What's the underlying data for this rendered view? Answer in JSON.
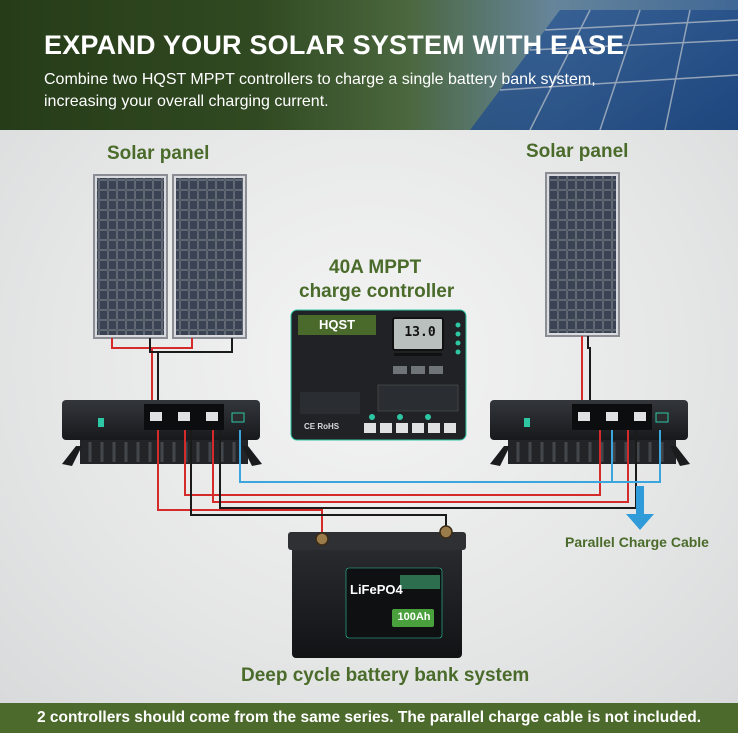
{
  "header": {
    "title": "EXPAND YOUR SOLAR SYSTEM WITH EASE",
    "subtitle": "Combine two HQST MPPT controllers to charge a single battery bank system, increasing your overall charging current."
  },
  "labels": {
    "solar_panel_left": "Solar panel",
    "solar_panel_right": "Solar panel",
    "controller_title_line1": "40A MPPT",
    "controller_title_line2": "charge controller",
    "parallel_cable": "Parallel Charge Cable",
    "battery_system": "Deep cycle battery bank system"
  },
  "controller": {
    "brand": "HQST",
    "display_reading": "13.0",
    "badge": "CE RoHS"
  },
  "battery": {
    "chemistry": "LiFePO4",
    "capacity": "100Ah"
  },
  "footer": {
    "note": "2 controllers should come from the same series. The parallel charge cable is not included."
  },
  "colors": {
    "brand_green": "#4b6a2b",
    "wire_red": "#d42a2a",
    "wire_black": "#1a1a1a",
    "wire_blue": "#3aa6dd",
    "accent_teal": "#2ec7a4"
  }
}
